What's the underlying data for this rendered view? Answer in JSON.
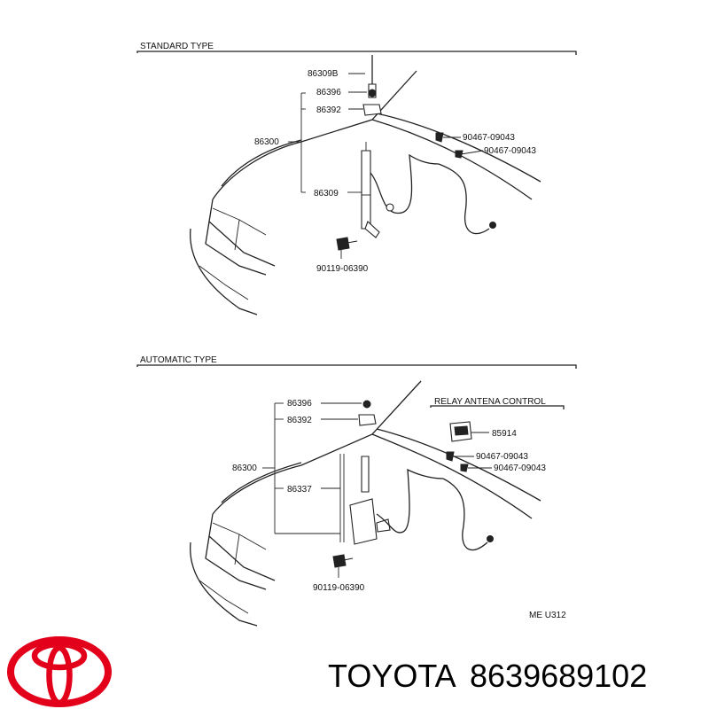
{
  "standard": {
    "title": "STANDARD TYPE",
    "parts": {
      "p86309B": "86309B",
      "p86396": "86396",
      "p86392": "86392",
      "p86300": "86300",
      "p86309": "86309",
      "p90119": "90119-06390",
      "p90467a": "90467-09043",
      "p90467b": "90467-09043"
    }
  },
  "automatic": {
    "title": "AUTOMATIC TYPE",
    "relay_title": "RELAY ANTENA CONTROL",
    "parts": {
      "p86396": "86396",
      "p86392": "86392",
      "p86300": "86300",
      "p86337": "86337",
      "p90119": "90119-06390",
      "p85914": "85914",
      "p90467a": "90467-09043",
      "p90467b": "90467-09043"
    }
  },
  "ref_code": "ME  U312",
  "brand": {
    "name": "TOYOTA",
    "part_number": "8639689102",
    "logo_color": "#e3001b"
  }
}
